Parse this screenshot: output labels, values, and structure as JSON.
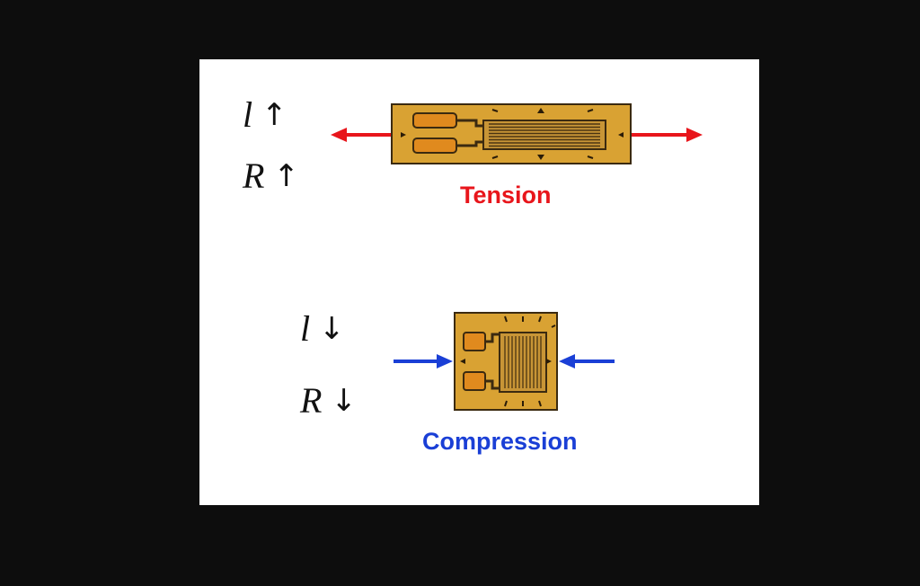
{
  "colors": {
    "background": "#0d0d0d",
    "slide": "#ffffff",
    "tension": "#e8151b",
    "compression": "#1a3fd6",
    "gauge_fill": "#d9a233",
    "gauge_border": "#3b2a10",
    "tab_fill": "#e08a1e",
    "grid_line": "#4a3412"
  },
  "tension": {
    "label": "Tension",
    "length_symbol": "l",
    "length_arrow": "↑",
    "resistance_symbol": "R",
    "resistance_arrow": "↑"
  },
  "compression": {
    "label": "Compression",
    "length_symbol": "l",
    "length_arrow": "↓",
    "resistance_symbol": "R",
    "resistance_arrow": "↓"
  }
}
